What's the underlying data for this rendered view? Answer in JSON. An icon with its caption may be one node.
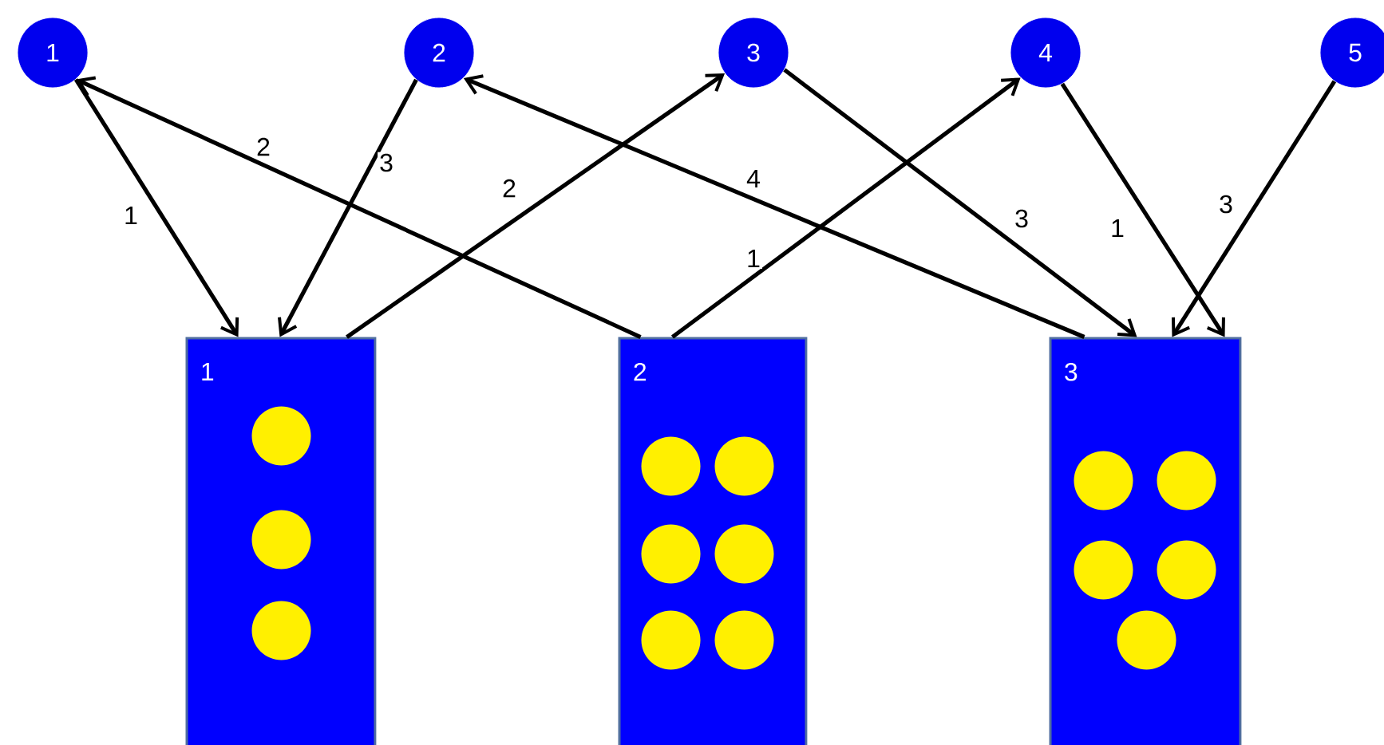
{
  "diagram": {
    "nodes": [
      {
        "text": [
          "1"
        ]
      },
      {
        "text": [
          "2"
        ]
      },
      {
        "text": [
          "3"
        ]
      },
      {
        "text": [
          "4"
        ]
      },
      {
        "text": [
          "5"
        ]
      },
      {
        "text": [
          "1"
        ]
      },
      {
        "text": [
          "2"
        ]
      },
      {
        "text": [
          "3"
        ]
      },
      {
        "text": [],
        "shape": "circle",
        "in": 5
      },
      {
        "text": [],
        "shape": "circle",
        "in": 5
      },
      {
        "text": [],
        "shape": "circle",
        "in": 5
      },
      {
        "text": [],
        "shape": "circle",
        "in": 6
      },
      {
        "text": [],
        "shape": "circle",
        "in": 6
      },
      {
        "text": [],
        "shape": "circle",
        "in": 6
      },
      {
        "text": [],
        "shape": "circle",
        "in": 6
      },
      {
        "text": [],
        "shape": "circle",
        "in": 6
      },
      {
        "text": [],
        "shape": "circle",
        "in": 6
      },
      {
        "text": [],
        "shape": "circle",
        "in": 7
      },
      {
        "text": [],
        "shape": "circle",
        "in": 7
      },
      {
        "text": [],
        "shape": "circle",
        "in": 7
      },
      {
        "text": [],
        "shape": "circle",
        "in": 7
      },
      {
        "text": [],
        "shape": "circle",
        "in": 7
      }
    ],
    "edges": [
      {
        "from": 0,
        "to": 5,
        "arrow": "to",
        "label": "1"
      },
      {
        "from": 6,
        "to": 0,
        "arrow": "to",
        "label": "2"
      },
      {
        "from": 1,
        "to": 5,
        "arrow": "to",
        "label": "3"
      },
      {
        "from": 5,
        "to": 2,
        "arrow": "to",
        "label": "2"
      },
      {
        "from": 7,
        "to": 1,
        "arrow": "to",
        "label": "4"
      },
      {
        "from": 6,
        "to": 3,
        "arrow": "to",
        "label": "1"
      },
      {
        "from": 2,
        "to": 7,
        "arrow": "to",
        "label": "3"
      },
      {
        "from": 3,
        "to": 7,
        "arrow": "to",
        "label": "1"
      },
      {
        "from": 4,
        "to": 7,
        "arrow": "to",
        "label": "3"
      }
    ]
  }
}
